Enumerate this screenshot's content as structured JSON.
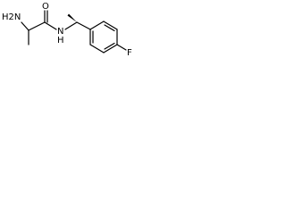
{
  "structure": {
    "atoms": {
      "amine": "H2N",
      "amide_oxygen": "O",
      "amide_nitrogen_h": "H",
      "amide_nitrogen": "N",
      "fluorine": "F"
    }
  },
  "colors": {
    "background": "#ffffff",
    "ink": "#000000"
  }
}
